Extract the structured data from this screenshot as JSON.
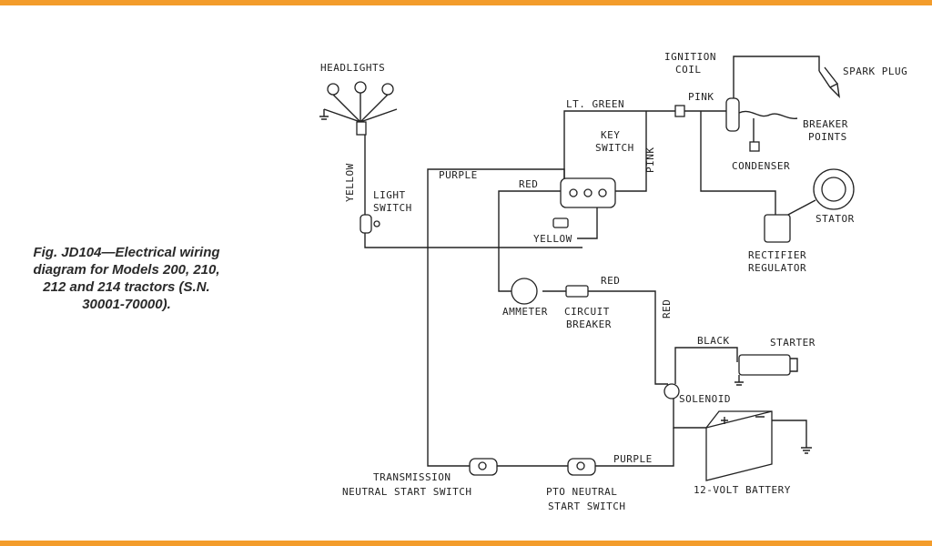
{
  "caption": {
    "line1": "Fig. JD104—Electrical wiring",
    "line2": "diagram for Models 200, 210,",
    "line3": "212  and  214  tractors  (S.N.",
    "line4": "30001-70000)."
  },
  "components": {
    "headlights": "HEADLIGHTS",
    "light_switch_1": "LIGHT",
    "light_switch_2": "SWITCH",
    "ignition_coil_1": "IGNITION",
    "ignition_coil_2": "COIL",
    "spark_plug": "SPARK PLUG",
    "breaker_points_1": "BREAKER",
    "breaker_points_2": "POINTS",
    "condenser": "CONDENSER",
    "key_switch_1": "KEY",
    "key_switch_2": "SWITCH",
    "stator": "STATOR",
    "rectifier_1": "RECTIFIER",
    "rectifier_2": "REGULATOR",
    "ammeter": "AMMETER",
    "circuit_breaker_1": "CIRCUIT",
    "circuit_breaker_2": "BREAKER",
    "starter": "STARTER",
    "solenoid": "SOLENOID",
    "battery": "12-VOLT BATTERY",
    "transmission_switch_1": "TRANSMISSION",
    "transmission_switch_2": "NEUTRAL START SWITCH",
    "pto_switch_1": "PTO NEUTRAL",
    "pto_switch_2": "START SWITCH"
  },
  "wires": {
    "yellow_left": "YELLOW",
    "purple_top": "PURPLE",
    "red_key": "RED",
    "lt_green": "LT. GREEN",
    "pink_top": "PINK",
    "pink_vertical": "PINK",
    "yellow_key": "YELLOW",
    "red_breaker": "RED",
    "red_vertical": "RED",
    "black": "BLACK",
    "purple_bottom": "PURPLE"
  },
  "colors": {
    "frame": "#f39c2b",
    "ink": "#222222"
  }
}
